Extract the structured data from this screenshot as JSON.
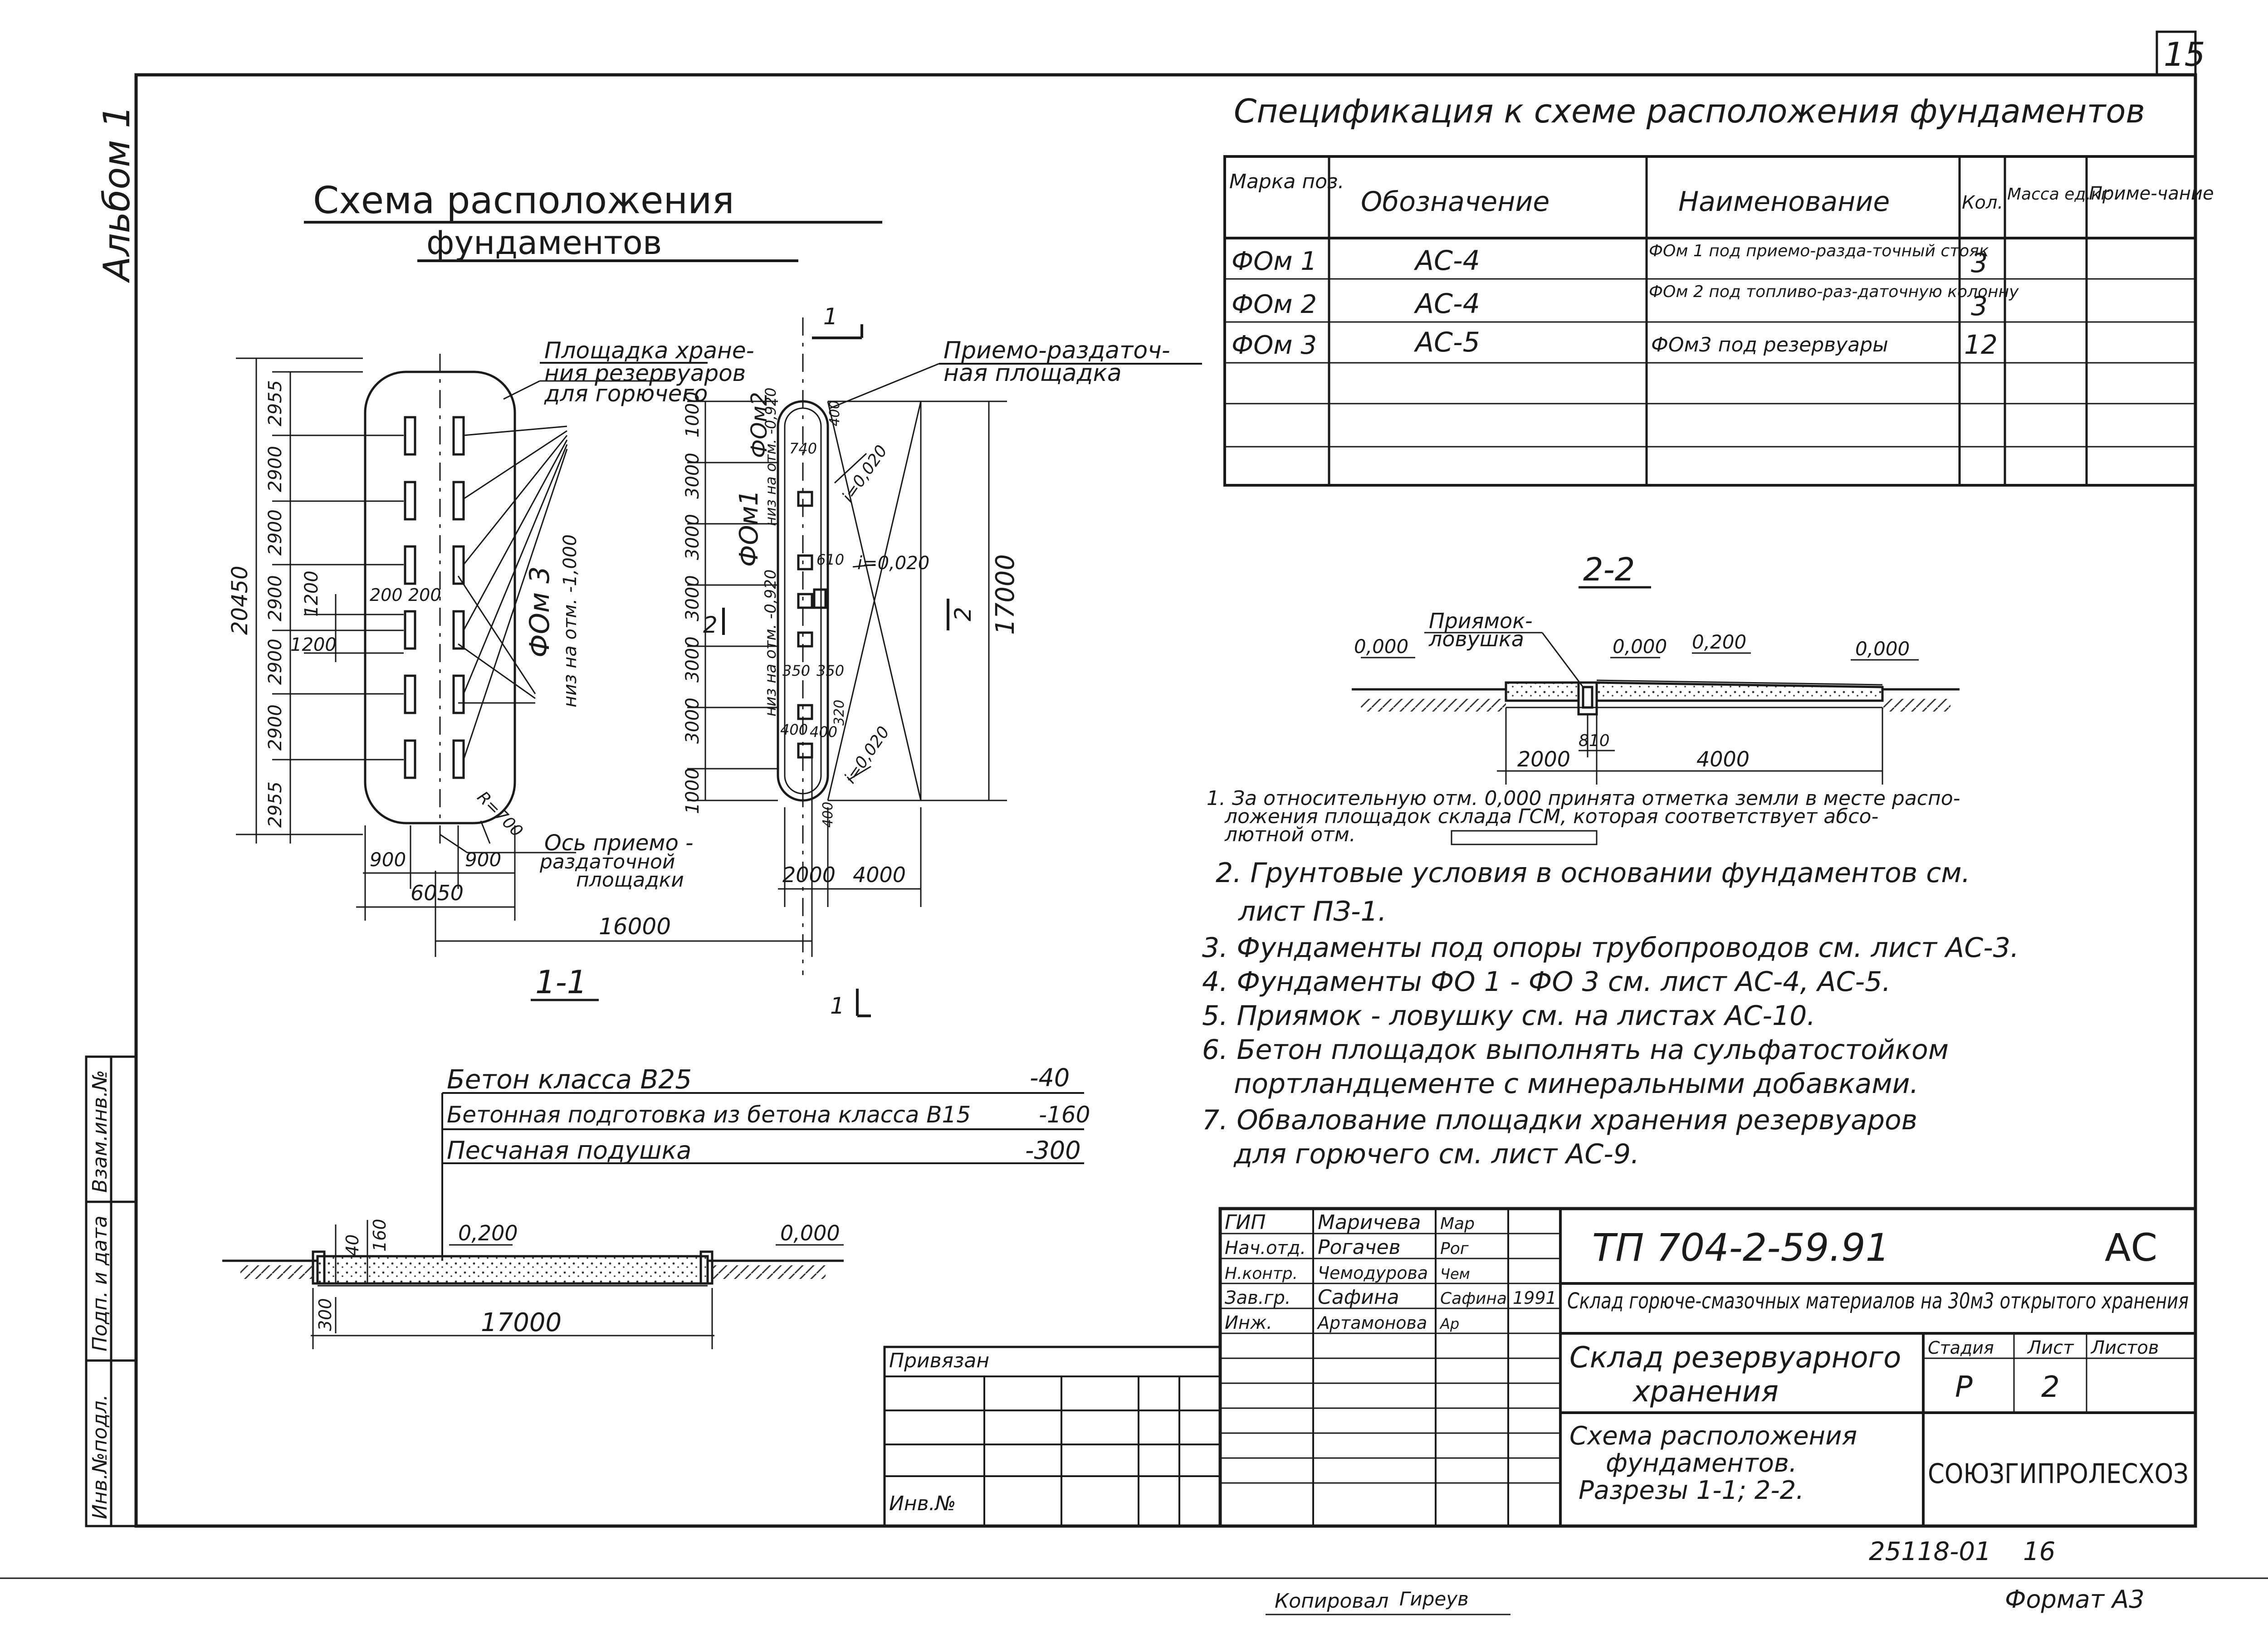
{
  "sheet": {
    "page_number": "15",
    "album_label": "Альбом 1",
    "copied_by": "Копировал",
    "copier_signature": "Гиреув",
    "format": "Формат А3",
    "inventory_code": "25118-01",
    "inventory_suffix": "16"
  },
  "left_strip": {
    "cells": [
      "Взам.инв.№",
      "Подп. и дата",
      "Инв.№подл."
    ]
  },
  "plan": {
    "title_line1": "Схема расположения",
    "title_line2": "фундаментов",
    "storage_label_line1": "Площадка хране-",
    "storage_label_line2": "ния резервуаров",
    "storage_label_line3": "для горючего",
    "axis_label_line1": "Ось приемо -",
    "axis_label_line2": "раздаточной",
    "axis_label_line3": "площадки",
    "receiving_label_line1": "Приемо-раздаточ-",
    "receiving_label_line2": "ная площадка",
    "foundation_fom3": "ФОм 3",
    "foundation_fom3_note": "низ на отм. -1,000",
    "foundation_fom1": "ФОм1",
    "foundation_fom2": "ФОм2",
    "fom1_note": "низ на отм. -0,920",
    "fom2_note": "низ на отм. -0,920",
    "total_height": "20450",
    "row_dims": [
      "2955",
      "2900",
      "2900",
      "2900",
      "2900",
      "2900",
      "2955"
    ],
    "dim_1200_a": "1200",
    "dim_1200_b": "1200",
    "dim_200_a": "200",
    "dim_200_b": "200",
    "radius": "R=700",
    "dim_900_a": "900",
    "dim_900_b": "900",
    "dim_6050": "6050",
    "dim_16000": "16000",
    "dim_17000_v": "17000",
    "dim_2000": "2000",
    "dim_4000": "4000",
    "right_dims": [
      "1000",
      "3000",
      "3000",
      "3000",
      "3000",
      "3000",
      "1000"
    ],
    "slope_a": "i=0,020",
    "slope_b": "i=0,020",
    "slope_c": "i=0,020",
    "small_dims": [
      "740",
      "610",
      "350",
      "350",
      "400",
      "400",
      "400",
      "400",
      "320"
    ],
    "section_mark_1": "1",
    "section_mark_2": "2",
    "section_label_11": "1-1"
  },
  "spec": {
    "title": "Спецификация к схеме расположения фундаментов",
    "headers": [
      "Марка поз.",
      "Обозначение",
      "Наименование",
      "Кол.",
      "Масса ед.кг",
      "Приме-чание"
    ],
    "rows": [
      [
        "ФОм 1",
        "АС-4",
        "ФОм 1 под приемо-разда-точный стояк",
        "3",
        "",
        ""
      ],
      [
        "ФОм 2",
        "АС-4",
        "ФОм 2 под топливо-раз-даточную колонну",
        "3",
        "",
        ""
      ],
      [
        "ФОм 3",
        "АС-5",
        "ФОм3 под резервуары",
        "12",
        "",
        ""
      ]
    ]
  },
  "section22": {
    "label": "2-2",
    "pit_label_line1": "Приямок-",
    "pit_label_line2": "ловушка",
    "elev_left": "0,000",
    "elev_mid": "0,000",
    "elev_top": "0,200",
    "elev_right": "0,000",
    "dim_810": "810",
    "dim_2000": "2000",
    "dim_4000": "4000"
  },
  "notes": [
    "1. За относительную отм. 0,000 принята отметка земли в месте распо-",
    "ложения площадок склада ГСМ, которая соответствует абсо-",
    "лютной отм.",
    "2. Грунтовые условия в основании фундаментов см.",
    "лист ПЗ-1.",
    "3. Фундаменты под опоры трубопроводов см. лист АС-3.",
    "4. Фундаменты ФО 1 - ФО 3 см. лист АС-4, АС-5.",
    "5. Приямок - ловушку см. на листах АС-10.",
    "6. Бетон площадок выполнять на сульфатостойком",
    "портландцементе с минеральными добавками.",
    "7. Обвалование площадки хранения резервуаров",
    "для горючего см. лист АС-9."
  ],
  "section11": {
    "layer1": "Бетон класса В25",
    "layer1_val": "-40",
    "layer2": "Бетонная подготовка из бетона класса В15",
    "layer2_val": "-160",
    "layer3": "Песчаная подушка",
    "layer3_val": "-300",
    "elev_top": "0,200",
    "elev_right": "0,000",
    "dim_40": "40",
    "dim_160": "160",
    "dim_300": "300",
    "dim_17000": "17000"
  },
  "binding": {
    "label": "Привязан",
    "inv": "Инв.№"
  },
  "title_block": {
    "roles": [
      "ГИП",
      "Нач.отд.",
      "Н.контр.",
      "Зав.гр.",
      "Инж."
    ],
    "names": [
      "Маричева",
      "Рогачев",
      "Чемодурова",
      "Сафина",
      "Артамонова"
    ],
    "signatures": [
      "Мар",
      "Рог",
      "Чем",
      "Сафина",
      "Ар"
    ],
    "date": "1991",
    "doc_code": "ТП 704-2-59.91",
    "mark": "АС",
    "project": "Склад горюче-смазочных материалов на 30м3 открытого хранения",
    "object_line1": "Склад резервуарного",
    "object_line2": "хранения",
    "stage_header": "Стадия",
    "sheet_header": "Лист",
    "sheets_header": "Листов",
    "stage": "Р",
    "sheet_no": "2",
    "drawing_line1": "Схема расположения",
    "drawing_line2": "фундаментов.",
    "drawing_line3": "Разрезы 1-1; 2-2.",
    "org": "СОЮЗГИПРОЛЕСХОЗ"
  }
}
